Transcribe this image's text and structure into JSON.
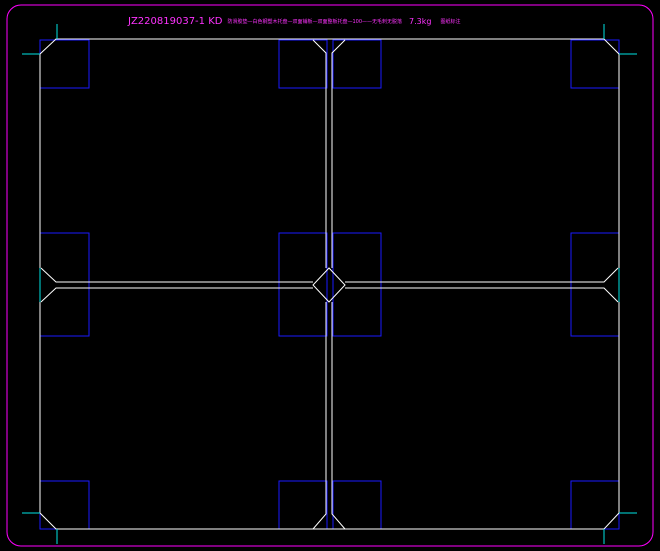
{
  "drawing": {
    "code": "JZ220819037-1 KD",
    "description": "防滑胶垫—白色钢塑木托盘—双面铺板—双面整板托盘—100——无毛刺无脱落",
    "weight": "7.3kg",
    "note": "图纸标注"
  },
  "colors": {
    "background": "#000000",
    "frame": "#ff00ff",
    "outline": "#ffffff",
    "pads": "#1a1aff",
    "ticks": "#00e5e5",
    "title": "#ff33ff"
  }
}
